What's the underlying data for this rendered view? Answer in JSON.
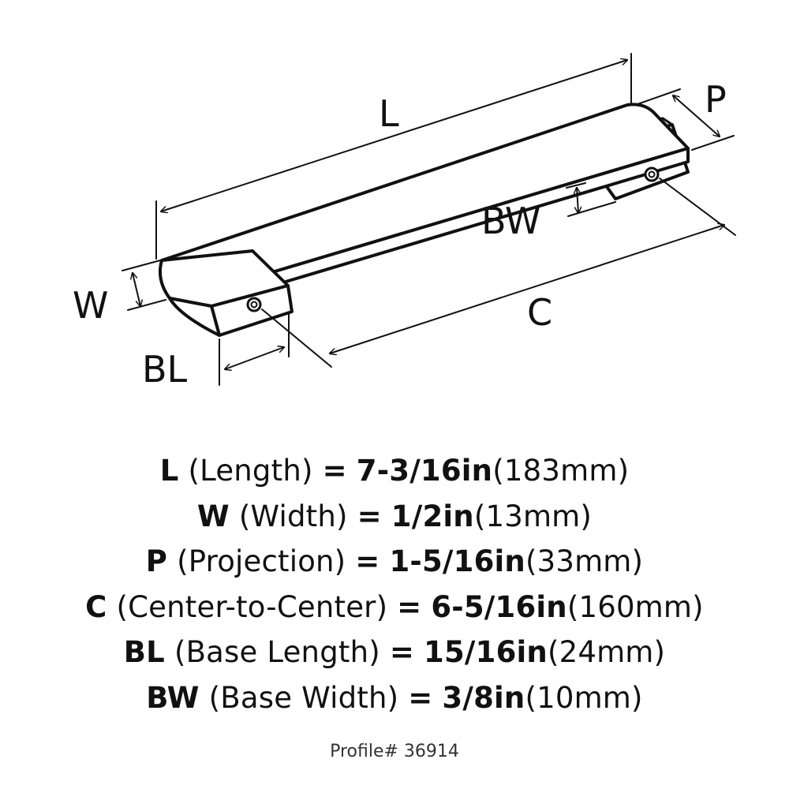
{
  "labels": {
    "L": "L",
    "P": "P",
    "BW": "BW",
    "W": "W",
    "C": "C",
    "BL": "BL"
  },
  "specs": [
    {
      "symbol": "L",
      "name": "(Length)",
      "eq": "=",
      "imperial": "7-3/16in",
      "metric": "(183mm)"
    },
    {
      "symbol": "W",
      "name": "(Width)",
      "eq": "=",
      "imperial": "1/2in",
      "metric": "(13mm)"
    },
    {
      "symbol": "P",
      "name": "(Projection)",
      "eq": "=",
      "imperial": "1-5/16in",
      "metric": "(33mm)"
    },
    {
      "symbol": "C",
      "name": "(Center-to-Center)",
      "eq": "=",
      "imperial": "6-5/16in",
      "metric": "(160mm)"
    },
    {
      "symbol": "BL",
      "name": "(Base Length)",
      "eq": "=",
      "imperial": "15/16in",
      "metric": "(24mm)"
    },
    {
      "symbol": "BW",
      "name": "(Base Width)",
      "eq": "=",
      "imperial": "3/8in",
      "metric": "(10mm)"
    }
  ],
  "profile": "Profile# 36914"
}
